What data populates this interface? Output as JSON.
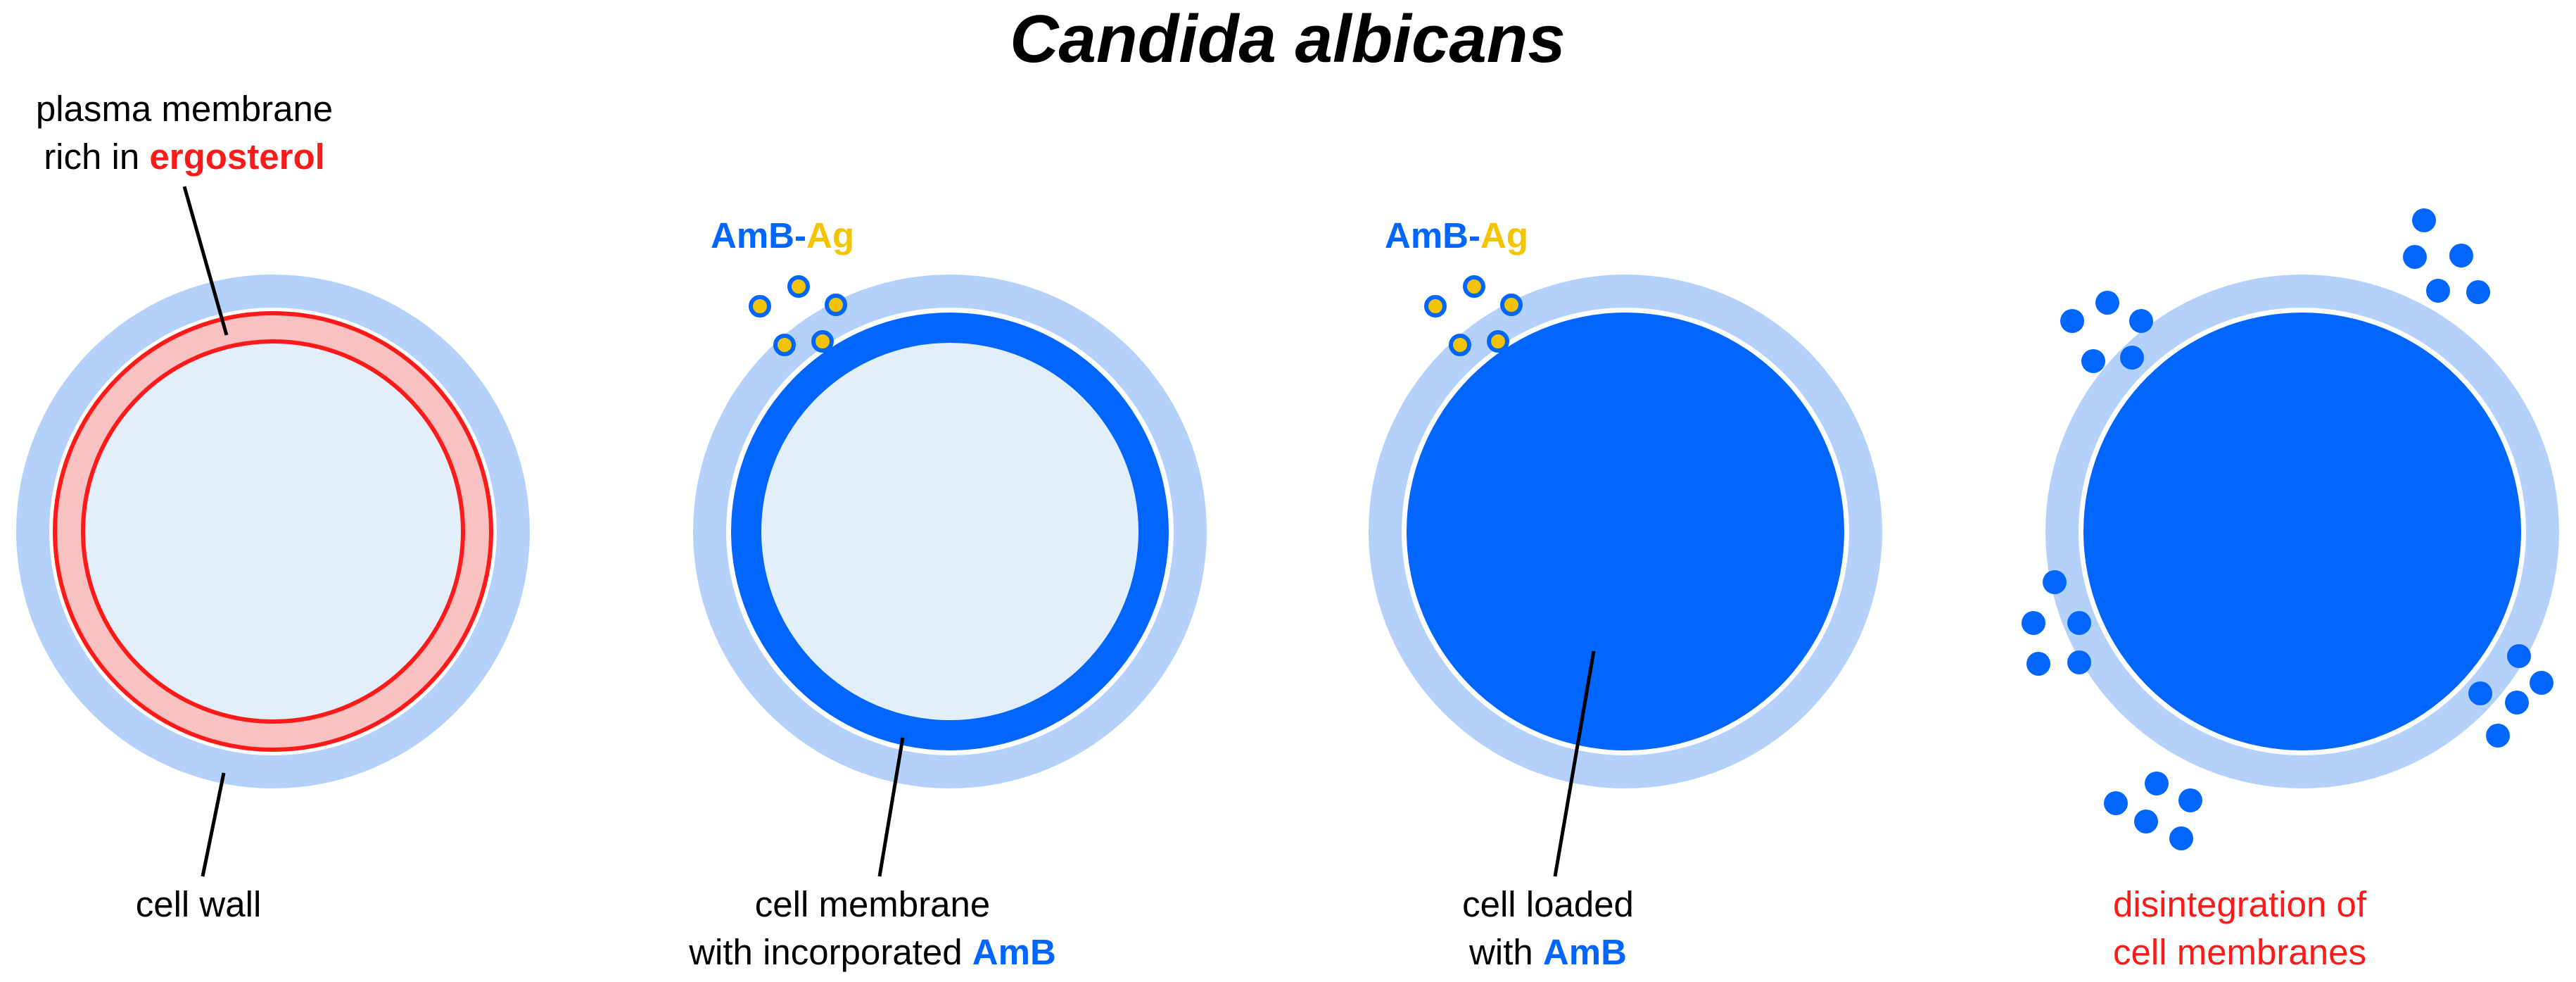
{
  "title": "Candida albicans",
  "colors": {
    "cell_wall": "#b3d1fa",
    "cytoplasm": "#e2eff9",
    "ergosterol_band": "#f9c2c2",
    "ergosterol_line": "#ff1a1a",
    "amb_blue": "#0066ff",
    "ag_yellow": "#f5c400",
    "text": "#000000"
  },
  "panels": [
    {
      "top_label": null,
      "annotation_top": {
        "line1": "plasma membrane",
        "line2_prefix": "rich in ",
        "line2_highlight": "ergosterol"
      },
      "annotation_bottom": {
        "line1": "cell wall"
      }
    },
    {
      "top_label": {
        "amb": "AmB",
        "dash": "-",
        "ag": "Ag"
      },
      "annotation_bottom": {
        "line1": "cell membrane",
        "line2_prefix": "with incorporated ",
        "line2_highlight": "AmB"
      }
    },
    {
      "top_label": {
        "amb": "AmB",
        "dash": "-",
        "ag": "Ag"
      },
      "annotation_bottom": {
        "line1": "cell loaded",
        "line2_prefix": "with ",
        "line2_highlight": "AmB"
      }
    },
    {
      "top_label": null,
      "annotation_bottom": {
        "line1": "disintegration of",
        "line2": "cell membranes"
      }
    }
  ]
}
